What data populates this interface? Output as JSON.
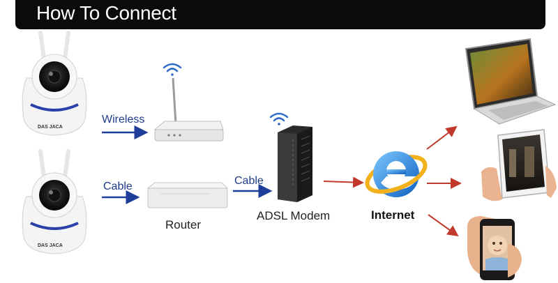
{
  "title": "How To Connect",
  "labels": {
    "wireless": "Wireless",
    "cable_left": "Cable",
    "cable_mid": "Cable",
    "router": "Router",
    "modem": "ADSL Modem",
    "internet": "Internet"
  },
  "camera_brand": "DAS JACA",
  "colors": {
    "title_bg": "#0b0b0b",
    "blue_arrow": "#1f3e9a",
    "red_arrow": "#c0392b",
    "wifi": "#2f6bc9",
    "ie_blue": "#1d7ad9",
    "ie_ring": "#f3b21b"
  },
  "icons": [
    "camera-icon",
    "wifi-icon",
    "router-icon",
    "switch-icon",
    "adsl-modem-icon",
    "internet-explorer-icon",
    "laptop-icon",
    "tablet-icon",
    "smartphone-icon"
  ]
}
